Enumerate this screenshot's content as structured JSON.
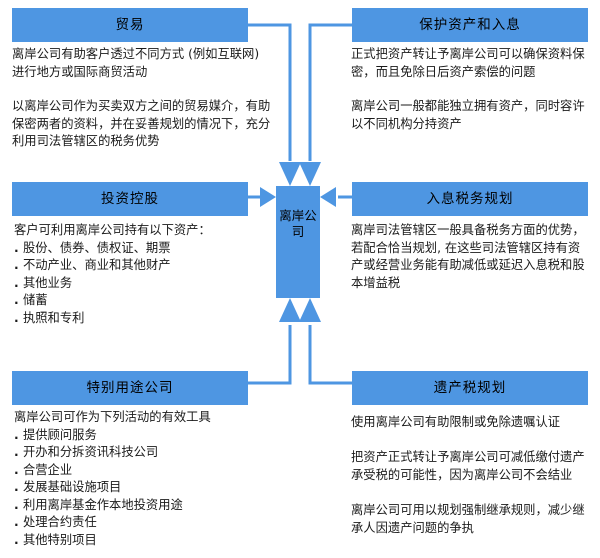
{
  "accent_color": "#4e96e2",
  "center": {
    "label": "离岸公司",
    "name": "offshore-company"
  },
  "panels": {
    "trade": {
      "title": "贸易",
      "paragraphs": [
        "离岸公司有助客户透过不同方式 (例如互联网)\n进行地方或国际商贸活动",
        "以离岸公司作为买卖双方之间的贸易媒介，有助\n保密两者的资料，并在妥善规划的情况下，充分\n利用司法管辖区的税务优势"
      ]
    },
    "asset_protection": {
      "title": "保护资产和入息",
      "paragraphs": [
        "正式把资产转让予离岸公司可以确保资料保\n密，而且免除日后资产索偿的问题",
        "离岸公司一般都能独立拥有资产，同时容许\n以不同机构分持资产"
      ]
    },
    "investment_holding": {
      "title": "投资控股",
      "lead": "客户可利用离岸公司持有以下资产：",
      "bullets": [
        "股份、债券、债权证、期票",
        "不动产业、商业和其他财产",
        "其他业务",
        "储蓄",
        "执照和专利"
      ]
    },
    "income_tax_planning": {
      "title": "入息税务规划",
      "paragraphs": [
        "离岸司法管辖区一般具备税务方面的优势，\n若配合恰当规划, 在这些司法管辖区持有资\n产或经营业务能有助减低或延迟入息税和股\n本增益税"
      ]
    },
    "special_purpose": {
      "title": "特别用途公司",
      "lead": "离岸公司可作为下列活动的有效工具",
      "bullets": [
        "提供顾问服务",
        "开办和分拆资讯科技公司",
        "合营企业",
        "发展基础设施项目",
        "利用离岸基金作本地投资用途",
        "处理合约责任",
        "其他特别项目"
      ]
    },
    "estate_tax_planning": {
      "title": "遗产税规划",
      "paragraphs": [
        "使用离岸公司有助限制或免除遗嘱认证",
        "把资产正式转让予离岸公司可减低缴付遗产\n承受税的可能性，因为离岸公司不会结业",
        "离岸公司可用以规划强制继承规则，减少继\n承人因遗产问题的争执"
      ]
    }
  },
  "connectors": [
    "trade-to-center-down",
    "asset-protection-to-center-down",
    "investment-holding-to-center-right",
    "income-tax-planning-to-center-left",
    "special-purpose-to-center-up",
    "estate-tax-planning-to-center-up"
  ]
}
